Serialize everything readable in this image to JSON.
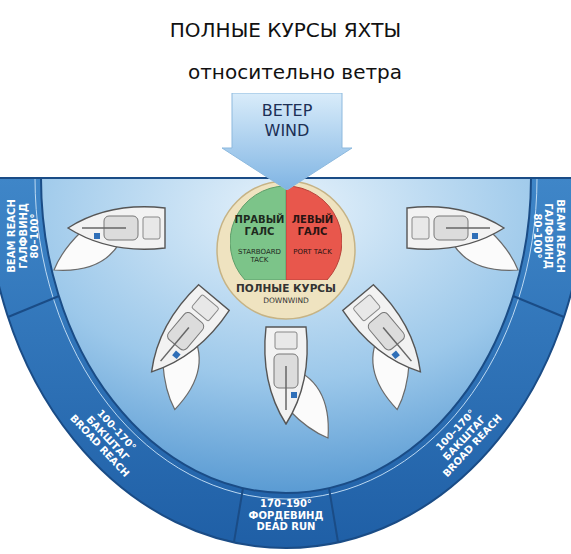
{
  "diagram": {
    "title": "ПОЛНЫЕ КУРСЫ ЯХТЫ",
    "nodes": [
      {
        "text": [
          "ВЕТЕР",
          "WIND"
        ]
      },
      {
        "text": [
          "ПОЛНЫЕ КУРСЫ",
          "DOWNWIND"
        ]
      },
      {
        "text": [
          "ПРАВЫЙ ГАЛС",
          "STARBOARD TACK"
        ],
        "in": 1
      },
      {
        "text": [
          "ЛЕВЫЙ ГАЛС",
          "PORT TACK"
        ],
        "in": 1
      }
    ],
    "labels": [
      "относительно ветра",
      "BEAM REACH",
      "ГАЛФВИНД",
      "80–100°",
      "BEAM REACH",
      "ГАЛФВИНД",
      "80–100°",
      "100–170°",
      "БАКШТАГ",
      "BROAD REACH",
      "100–170°",
      "БАКШТАГ",
      "BROAD REACH",
      "170–190°",
      "ФОРДЕВИНД",
      "DEAD RUN"
    ]
  }
}
